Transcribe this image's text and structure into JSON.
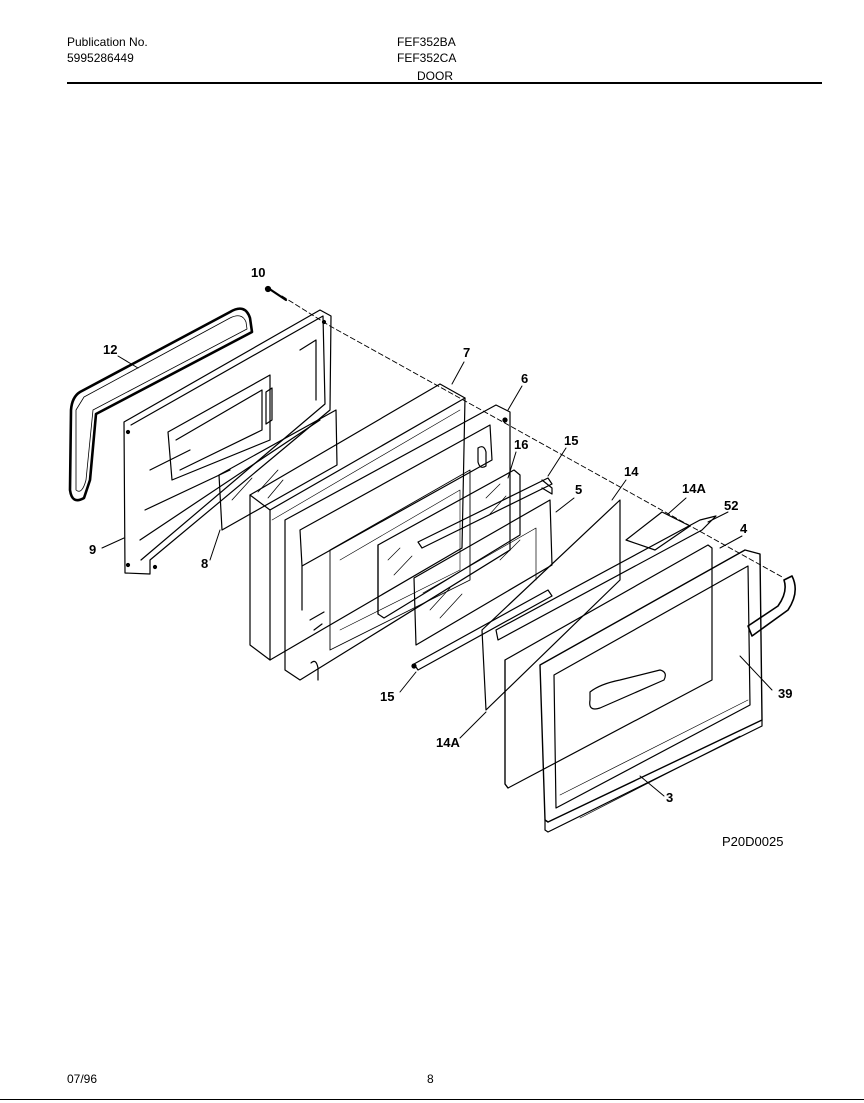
{
  "header": {
    "publication_label": "Publication No.",
    "publication_number": "5995286449",
    "model_1": "FEF352BA",
    "model_2": "FEF352CA",
    "section_title": "DOOR"
  },
  "diagram": {
    "part_labels": [
      "10",
      "12",
      "7",
      "6",
      "16",
      "15",
      "14",
      "14A",
      "52",
      "4",
      "9",
      "8",
      "5",
      "15",
      "39",
      "14A",
      "3"
    ],
    "drawing_code": "P20D0025"
  },
  "footer": {
    "date": "07/96",
    "page_number": "8"
  }
}
